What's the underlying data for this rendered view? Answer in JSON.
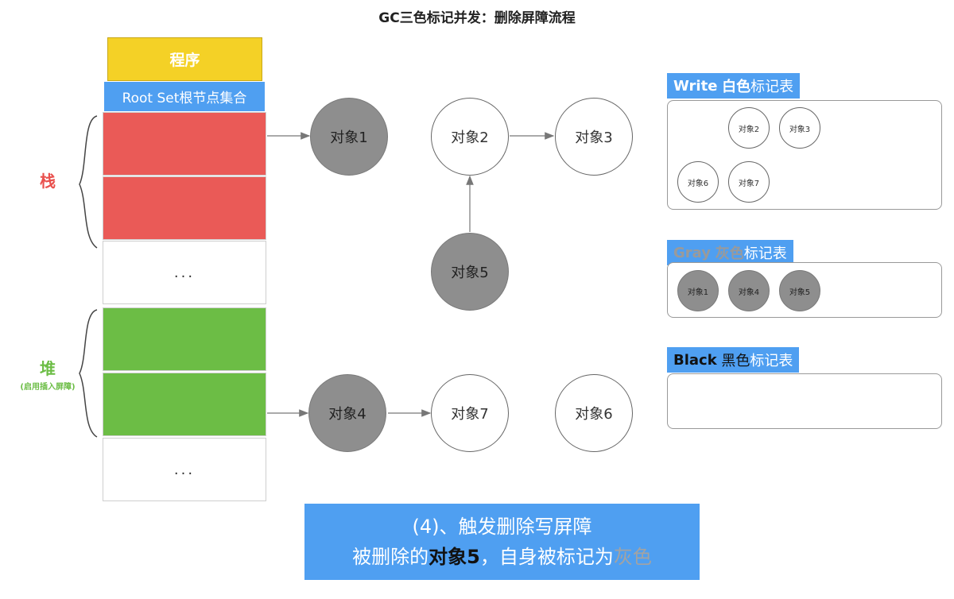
{
  "title": "GC三色标记并发：删除屏障流程",
  "program_label": "程序",
  "root_set_label": "Root Set根节点集合",
  "ellipsis": "...",
  "stack_label": "栈",
  "heap_label": "堆",
  "heap_sublabel": "(启用插入屏障)",
  "nodes": {
    "obj1": "对象1",
    "obj2": "对象2",
    "obj3": "对象3",
    "obj4": "对象4",
    "obj5": "对象5",
    "obj6": "对象6",
    "obj7": "对象7"
  },
  "white_table": {
    "tag_en": "Write",
    "tag_color": "白色",
    "tag_suffix": "标记表",
    "items": [
      "对象2",
      "对象3",
      "对象6",
      "对象7"
    ]
  },
  "gray_table": {
    "tag_en": "Gray",
    "tag_color": "灰色",
    "tag_suffix": "标记表",
    "items": [
      "对象1",
      "对象4",
      "对象5"
    ]
  },
  "black_table": {
    "tag_en": "Black",
    "tag_color": "黑色",
    "tag_suffix": "标记表",
    "items": []
  },
  "caption": {
    "line1": "(4)、触发删除写屏障",
    "line2_prefix": "被删除的",
    "line2_obj": "对象5",
    "line2_middle": "，自身被标记为",
    "line2_color": "灰色"
  },
  "colors": {
    "program": "#f4d126",
    "root_set": "#4f9ff1",
    "stack": "#ea5a57",
    "heap": "#6cbd45",
    "gray_node": "#8e8e8e",
    "tag_blue": "#4f9ff1"
  }
}
